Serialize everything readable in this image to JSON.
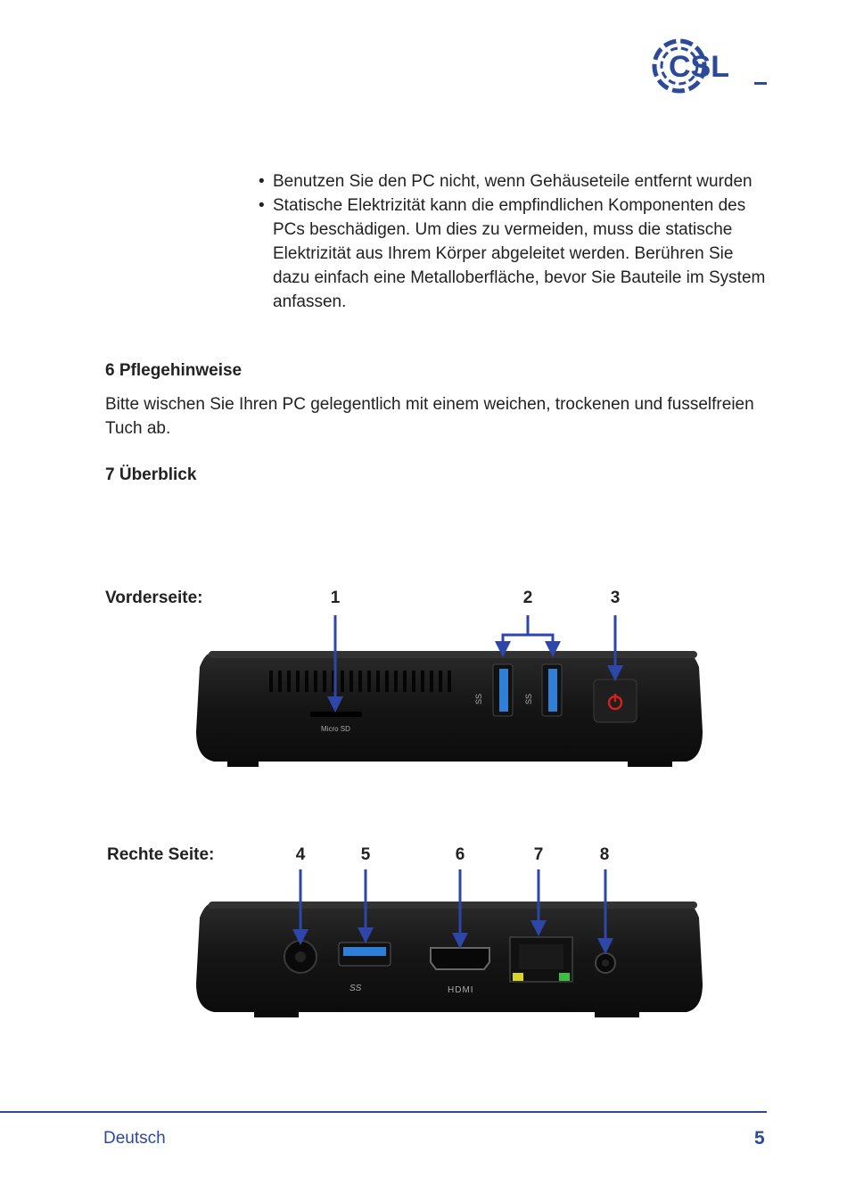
{
  "logo": {
    "text": "CSL"
  },
  "bullets": [
    "Benutzen Sie den PC nicht, wenn Gehäuseteile entfernt wurden",
    "Statische Elektrizität kann die empfindlichen Komponenten des PCs beschädigen. Um dies zu vermeiden, muss die statische Elektrizität aus Ihrem Körper abgeleitet werden. Berühren Sie dazu einfach eine Metalloberfläche, bevor Sie Bauteile im System anfassen."
  ],
  "section6": {
    "heading": "6 Pflegehinweise",
    "text": "Bitte wischen Sie Ihren PC gelegentlich mit einem weichen, trockenen und fusselfreien Tuch ab."
  },
  "section7": {
    "heading": "7 Überblick"
  },
  "front": {
    "label": "Vorderseite:",
    "numbers": [
      "1",
      "2",
      "3"
    ],
    "sd_label": "Micro SD",
    "usb_label": "SS"
  },
  "right": {
    "label": "Rechte Seite:",
    "numbers": [
      "4",
      "5",
      "6",
      "7",
      "8"
    ],
    "hdmi_label": "HDMI",
    "usb_label": "SS"
  },
  "footer": {
    "language": "Deutsch",
    "page": "5"
  },
  "colors": {
    "accent": "#2b4a9a",
    "arrow": "#2e46a8",
    "power": "#d42020",
    "usb": "#2f7fd8"
  }
}
